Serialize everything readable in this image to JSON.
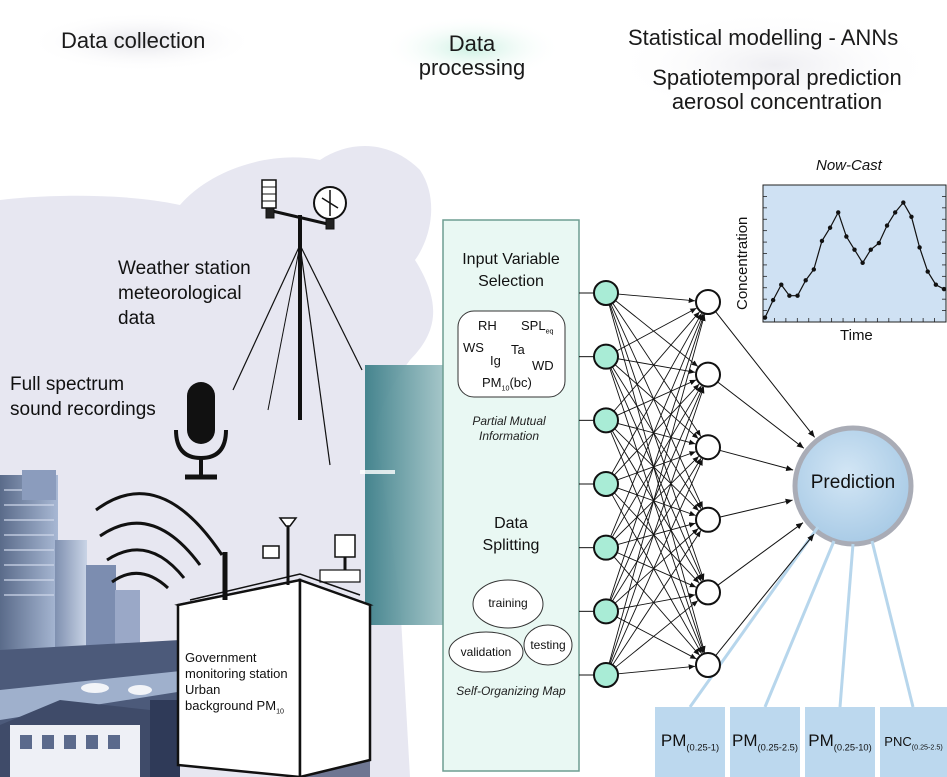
{
  "stages": {
    "collection": "Data collection",
    "processing_line1": "Data",
    "processing_line2": "processing",
    "modelling": "Statistical modelling - ANNs",
    "prediction_line1": "Spatiotemporal prediction",
    "prediction_line2": "aerosol concentration"
  },
  "sources": {
    "weather_line1": "Weather station",
    "weather_line2": "meteorological",
    "weather_line3": "data",
    "sound_line1": "Full spectrum",
    "sound_line2": "sound recordings",
    "gov_line1": "Government",
    "gov_line2": "monitoring station",
    "gov_line3": "Urban",
    "gov_line4": "background PM",
    "gov_line4_sub": "10"
  },
  "processing": {
    "ivs_line1": "Input Variable",
    "ivs_line2": "Selection",
    "variables": {
      "rh": "RH",
      "spl": "SPL",
      "spl_sub": "eq",
      "ws": "WS",
      "ta": "Ta",
      "ig": "Ig",
      "wd": "WD",
      "pm": "PM",
      "pm_sub": "10",
      "pm_suffix": "(bc)"
    },
    "pmi_line1": "Partial Mutual",
    "pmi_line2": "Information",
    "split_line1": "Data",
    "split_line2": "Splitting",
    "training": "training",
    "validation": "validation",
    "testing": "testing",
    "som": "Self-Organizing Map"
  },
  "network": {
    "input_nodes": 7,
    "hidden_nodes": 6,
    "input_color": "#a9ecd6",
    "prediction_label": "Prediction"
  },
  "nowcast": {
    "title": "Now-Cast",
    "xlabel": "Time",
    "ylabel": "Concentration"
  },
  "chart_data": {
    "type": "line",
    "title": "Now-Cast",
    "xlabel": "Time",
    "ylabel": "Concentration",
    "x": [
      0,
      1,
      2,
      3,
      4,
      5,
      6,
      7,
      8,
      9,
      10,
      11,
      12,
      13,
      14,
      15,
      16,
      17,
      18,
      19,
      20,
      21,
      22
    ],
    "y": [
      4,
      20,
      34,
      24,
      24,
      38,
      48,
      74,
      86,
      100,
      78,
      66,
      54,
      66,
      72,
      88,
      100,
      109,
      96,
      68,
      46,
      34,
      30
    ],
    "xlim": [
      0,
      22
    ],
    "ylim": [
      0,
      125
    ]
  },
  "outputs": [
    {
      "base": "PM",
      "sub": "(0.25-1)"
    },
    {
      "base": "PM",
      "sub": "(0.25-2.5)"
    },
    {
      "base": "PM",
      "sub": "(0.25-10)"
    },
    {
      "base": "PNC",
      "sub": "(0.25-2.5)"
    }
  ],
  "colors": {
    "cloud": "#e6e6f0",
    "panel": "#e9f8f3",
    "panel_border": "#7aa89c",
    "arrow": "#4d8c95",
    "output_box": "#bcd8ee",
    "prediction": "#b9d7ee",
    "chart_bg": "#cfe1f3"
  }
}
